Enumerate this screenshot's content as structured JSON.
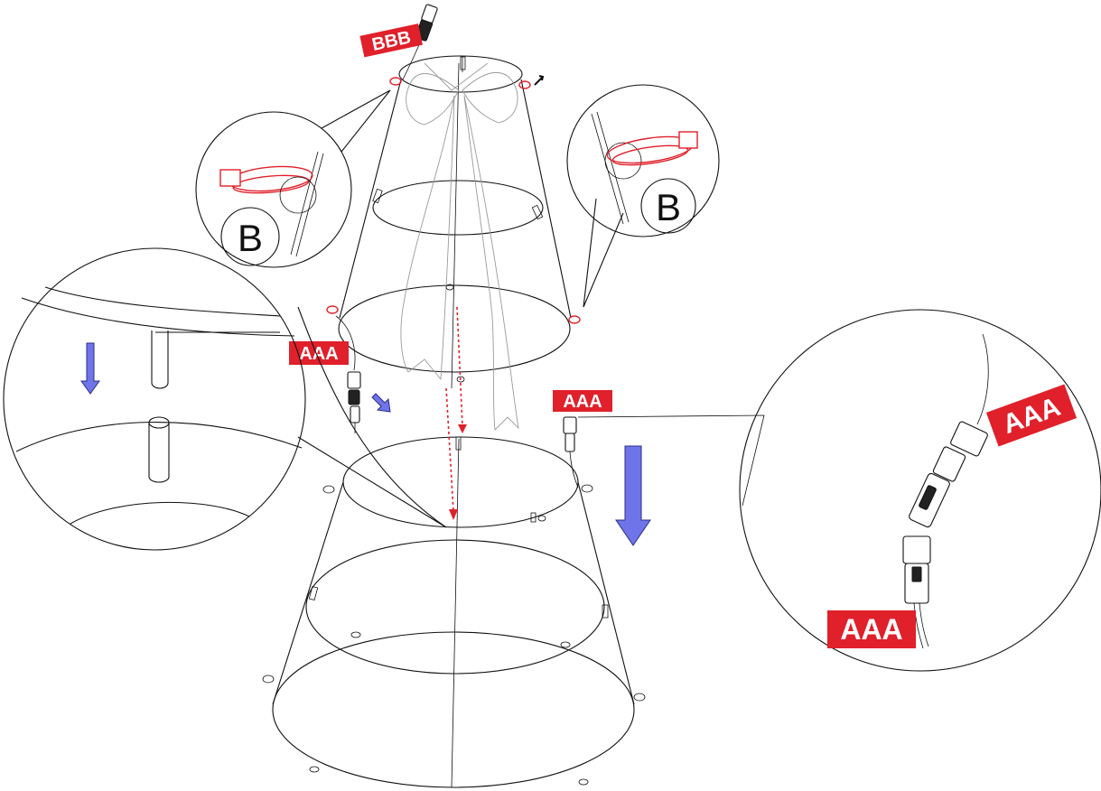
{
  "labels": {
    "top_plug_tag": "BBB",
    "left_plug_tag": "AAA",
    "right_plug_tag": "AAA",
    "zoom_upper_tag": "AAA",
    "zoom_lower_tag": "AAA",
    "callout_left_letter": "B",
    "callout_right_letter": "B"
  },
  "colors": {
    "tag": "#e0202a",
    "arrow_fill": "#6f74e8",
    "guide_line": "#e0202a",
    "bow": "#9a9a9a"
  },
  "icons": [
    "cable-tie-icon",
    "connector-plug-icon",
    "down-arrow-icon"
  ]
}
